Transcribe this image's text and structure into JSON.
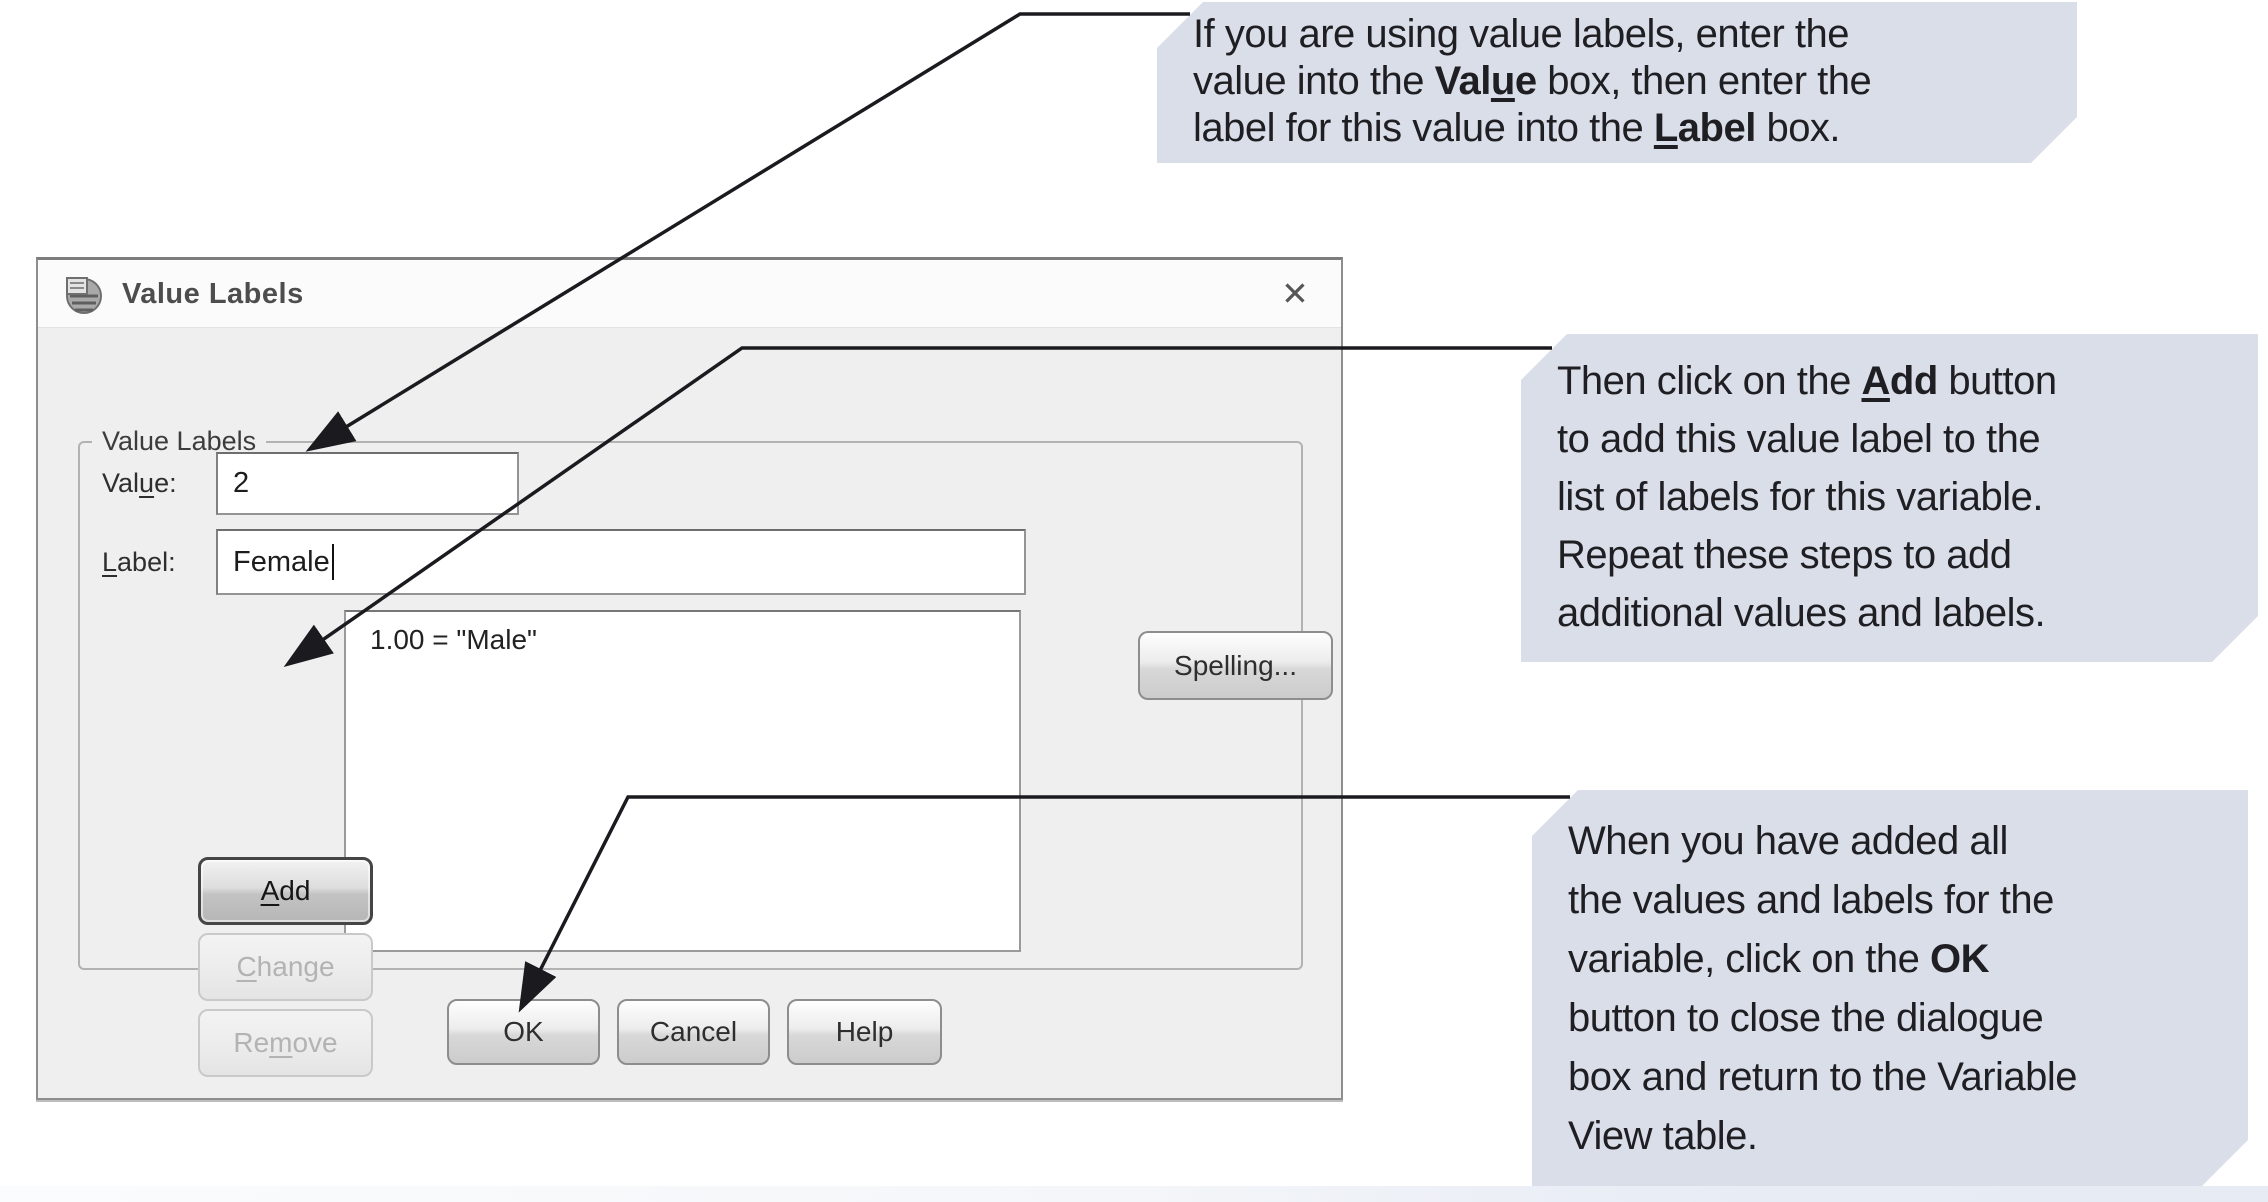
{
  "colors": {
    "callout_bg": "#d9dee9",
    "arrow": "#1b1b1f",
    "dialog_bg": "#efefef"
  },
  "dialog": {
    "title": "Value Labels",
    "close_glyph": "✕",
    "group_title": "Value Labels",
    "value_label_segs": [
      {
        "t": "Val"
      },
      {
        "t": "u",
        "u": true
      },
      {
        "t": "e:"
      }
    ],
    "value_text": "2",
    "label_label_segs": [
      {
        "t": "L",
        "u": true
      },
      {
        "t": "abel:"
      }
    ],
    "label_text": "Female",
    "spelling_button": "Spelling...",
    "list_items": [
      "1.00 = \"Male\""
    ],
    "buttons": {
      "add_segs": [
        {
          "t": "A",
          "u": true
        },
        {
          "t": "dd"
        }
      ],
      "change_segs": [
        {
          "t": "C",
          "u": true
        },
        {
          "t": "hange"
        }
      ],
      "remove_segs": [
        {
          "t": "Re"
        },
        {
          "t": "m",
          "u": true
        },
        {
          "t": "ove"
        }
      ],
      "ok": "OK",
      "cancel": "Cancel",
      "help": "Help"
    }
  },
  "callouts": [
    {
      "lines": [
        [
          {
            "t": "If you are using value labels, enter the"
          }
        ],
        [
          {
            "t": "value into the "
          },
          {
            "t": "Val",
            "b": true
          },
          {
            "t": "u",
            "b": true,
            "u": true
          },
          {
            "t": "e",
            "b": true
          },
          {
            "t": " box, then enter the"
          }
        ],
        [
          {
            "t": "label for this value into the "
          },
          {
            "t": "L",
            "b": true,
            "u": true
          },
          {
            "t": "abel",
            "b": true
          },
          {
            "t": " box."
          }
        ]
      ]
    },
    {
      "lines": [
        [
          {
            "t": "Then click on the "
          },
          {
            "t": "A",
            "b": true,
            "u": true
          },
          {
            "t": "dd",
            "b": true
          },
          {
            "t": " button"
          }
        ],
        [
          {
            "t": "to add this value label to the"
          }
        ],
        [
          {
            "t": "list of labels for this variable."
          }
        ],
        [
          {
            "t": "Repeat these steps to add"
          }
        ],
        [
          {
            "t": "additional values and labels."
          }
        ]
      ]
    },
    {
      "lines": [
        [
          {
            "t": "When you have added all"
          }
        ],
        [
          {
            "t": "the values and labels for the"
          }
        ],
        [
          {
            "t": "variable, click on the "
          },
          {
            "t": "OK",
            "b": true
          }
        ],
        [
          {
            "t": "button to close the dialogue"
          }
        ],
        [
          {
            "t": "box and return to the Variable"
          }
        ],
        [
          {
            "t": "View table."
          }
        ]
      ]
    }
  ]
}
